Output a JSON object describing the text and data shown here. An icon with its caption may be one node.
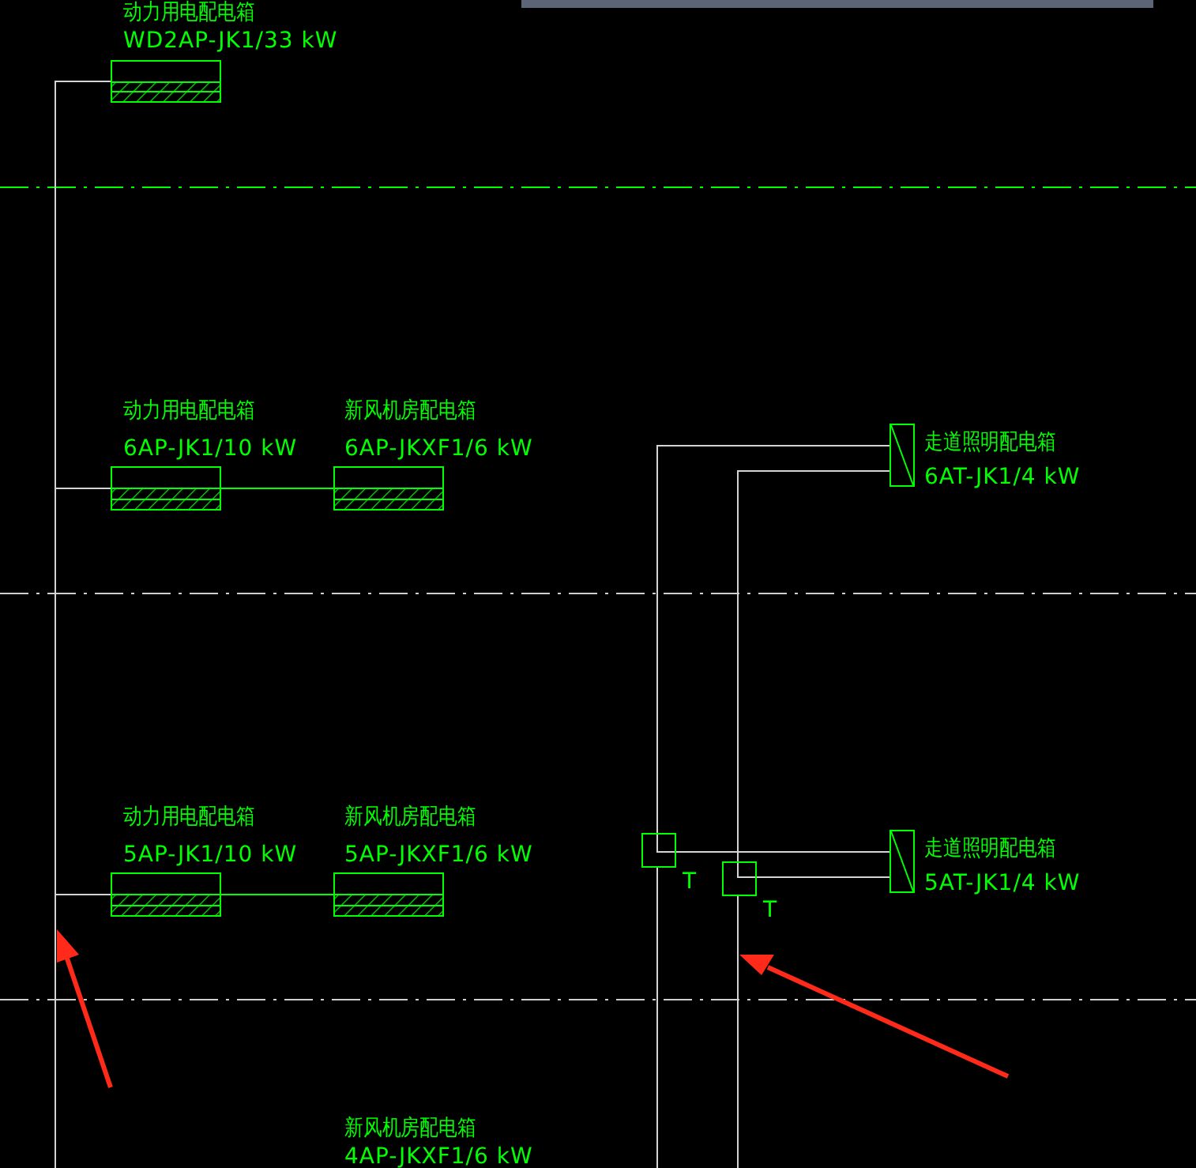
{
  "diagram": {
    "nodes": [
      {
        "text": [
          "动力用电配电箱",
          "WD2AP-JK1/33 kW"
        ]
      },
      {
        "text": [
          "动力用电配电箱",
          "6AP-JK1/10 kW"
        ]
      },
      {
        "text": [
          "新风机房配电箱",
          "6AP-JKXF1/6 kW"
        ]
      },
      {
        "text": [
          "走道照明配电箱",
          "6AT-JK1/4 kW"
        ]
      },
      {
        "text": [
          "动力用电配电箱",
          "5AP-JK1/10 kW"
        ]
      },
      {
        "text": [
          "新风机房配电箱",
          "5AP-JKXF1/6 kW"
        ]
      },
      {
        "text": [],
        "shape": "box",
        "beside": [
          "T"
        ]
      },
      {
        "text": [],
        "shape": "box",
        "beside": [
          "T"
        ]
      },
      {
        "text": [
          "走道照明配电箱",
          "5AT-JK1/4 kW"
        ]
      },
      {
        "text": [
          "新风机房配电箱",
          "4AP-JKXF1/6 kW"
        ]
      }
    ],
    "edges": [
      {
        "from": null,
        "to": 0,
        "arrow": "none"
      },
      {
        "from": null,
        "to": 1,
        "arrow": "none"
      },
      {
        "from": 1,
        "to": 2,
        "arrow": "none",
        "color": "#00ff00"
      },
      {
        "from": null,
        "to": 4,
        "arrow": "none"
      },
      {
        "from": 4,
        "to": 5,
        "arrow": "none",
        "color": "#00ff00"
      },
      {
        "from": null,
        "to": 6,
        "arrow": "none"
      },
      {
        "from": 6,
        "to": 3,
        "arrow": "none"
      },
      {
        "from": 6,
        "to": 8,
        "arrow": "none"
      },
      {
        "from": null,
        "to": 7,
        "arrow": "none"
      },
      {
        "from": 7,
        "to": 3,
        "arrow": "none"
      },
      {
        "from": 7,
        "to": 8,
        "arrow": "none"
      }
    ]
  }
}
